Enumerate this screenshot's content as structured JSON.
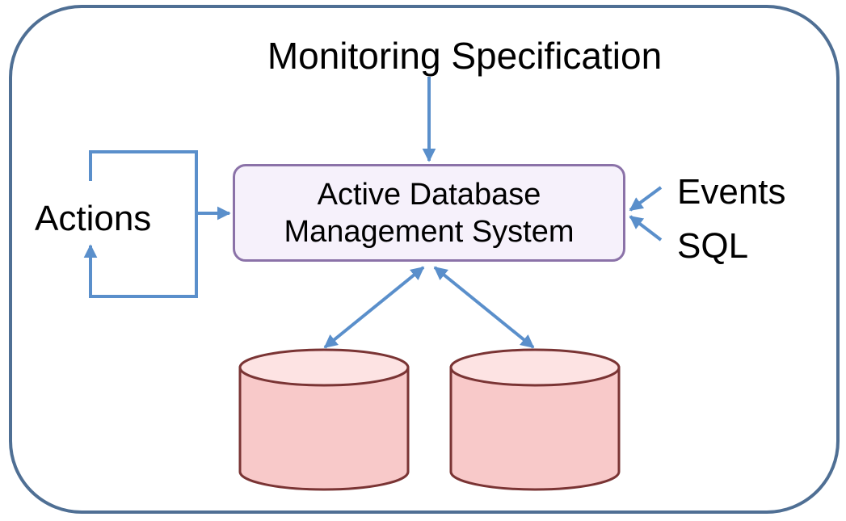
{
  "diagram": {
    "monitoring_spec": "Monitoring Specification",
    "dbms": {
      "line1": "Active Database",
      "line2": "Management System"
    },
    "actions": "Actions",
    "events": "Events",
    "sql": "SQL",
    "databases": [
      {
        "id": "database-1"
      },
      {
        "id": "database-2"
      }
    ]
  },
  "colors": {
    "frame_border": "#4f6f94",
    "arrow": "#5a8fcb",
    "dbms_border": "#8b72a8",
    "dbms_fill": "#f6f1fb",
    "cylinder_fill": "#f8c9c9",
    "cylinder_top": "#fde3e3",
    "cylinder_border": "#7a3434"
  }
}
